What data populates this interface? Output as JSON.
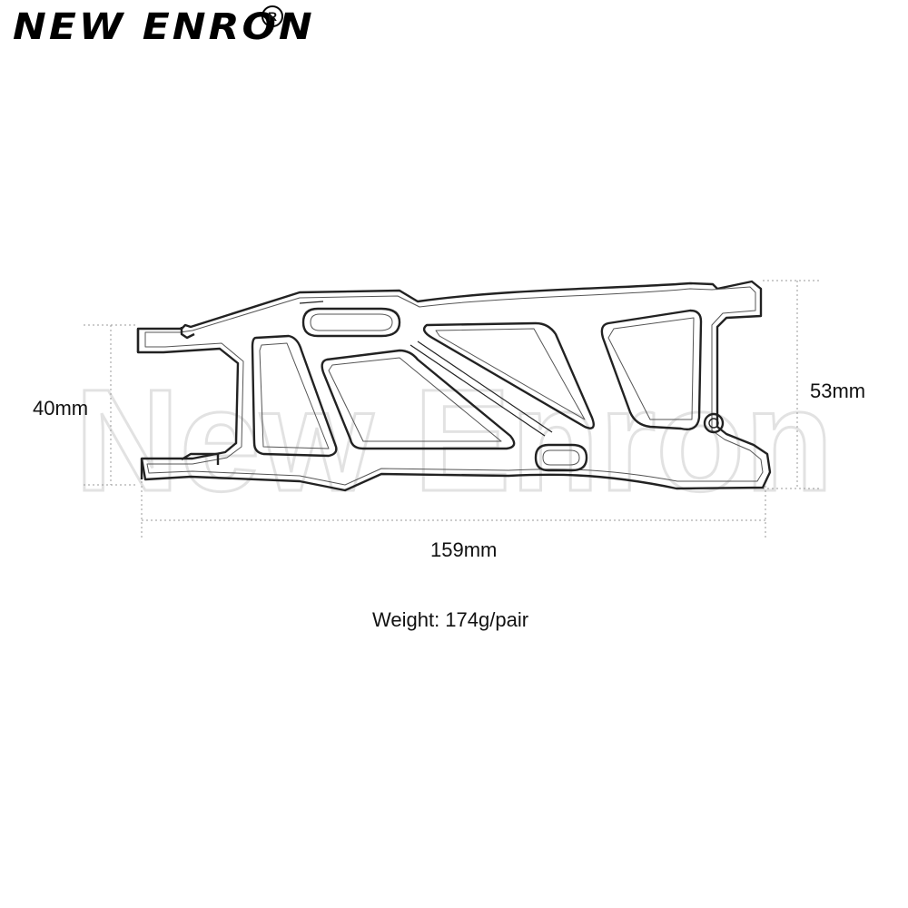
{
  "brand": {
    "name": "NEW ENRON",
    "registered_mark": "R"
  },
  "dimensions": {
    "height_left": "40mm",
    "height_right": "53mm",
    "length": "159mm"
  },
  "weight_text": "Weight: 174g/pair",
  "watermark_text": "New Enron",
  "colors": {
    "line": "#222222",
    "dim_line": "#999999",
    "watermark": "#e6e6e6"
  }
}
